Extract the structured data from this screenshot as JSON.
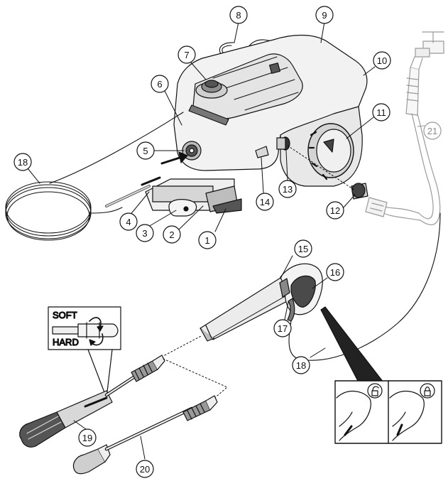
{
  "callouts": [
    {
      "id": 1,
      "label": "1"
    },
    {
      "id": 2,
      "label": "2"
    },
    {
      "id": 3,
      "label": "3"
    },
    {
      "id": 4,
      "label": "4"
    },
    {
      "id": 5,
      "label": "5"
    },
    {
      "id": 6,
      "label": "6"
    },
    {
      "id": 7,
      "label": "7"
    },
    {
      "id": 8,
      "label": "8"
    },
    {
      "id": 9,
      "label": "9"
    },
    {
      "id": 10,
      "label": "10"
    },
    {
      "id": 11,
      "label": "11"
    },
    {
      "id": 12,
      "label": "12"
    },
    {
      "id": 13,
      "label": "13"
    },
    {
      "id": 14,
      "label": "14"
    },
    {
      "id": 15,
      "label": "15"
    },
    {
      "id": 16,
      "label": "16"
    },
    {
      "id": 17,
      "label": "17"
    },
    {
      "id": 18,
      "label": "18"
    },
    {
      "id": 19,
      "label": "19"
    },
    {
      "id": 20,
      "label": "20"
    },
    {
      "id": 21,
      "label": "21"
    }
  ],
  "inset": {
    "soft_label": "SOFT",
    "hard_label": "HARD"
  },
  "colors": {
    "line": "#111111",
    "faded": "#9a9a9a",
    "body_fill": "#ececec",
    "shade": "#cfcfcf",
    "dark": "#3a3a3a"
  }
}
